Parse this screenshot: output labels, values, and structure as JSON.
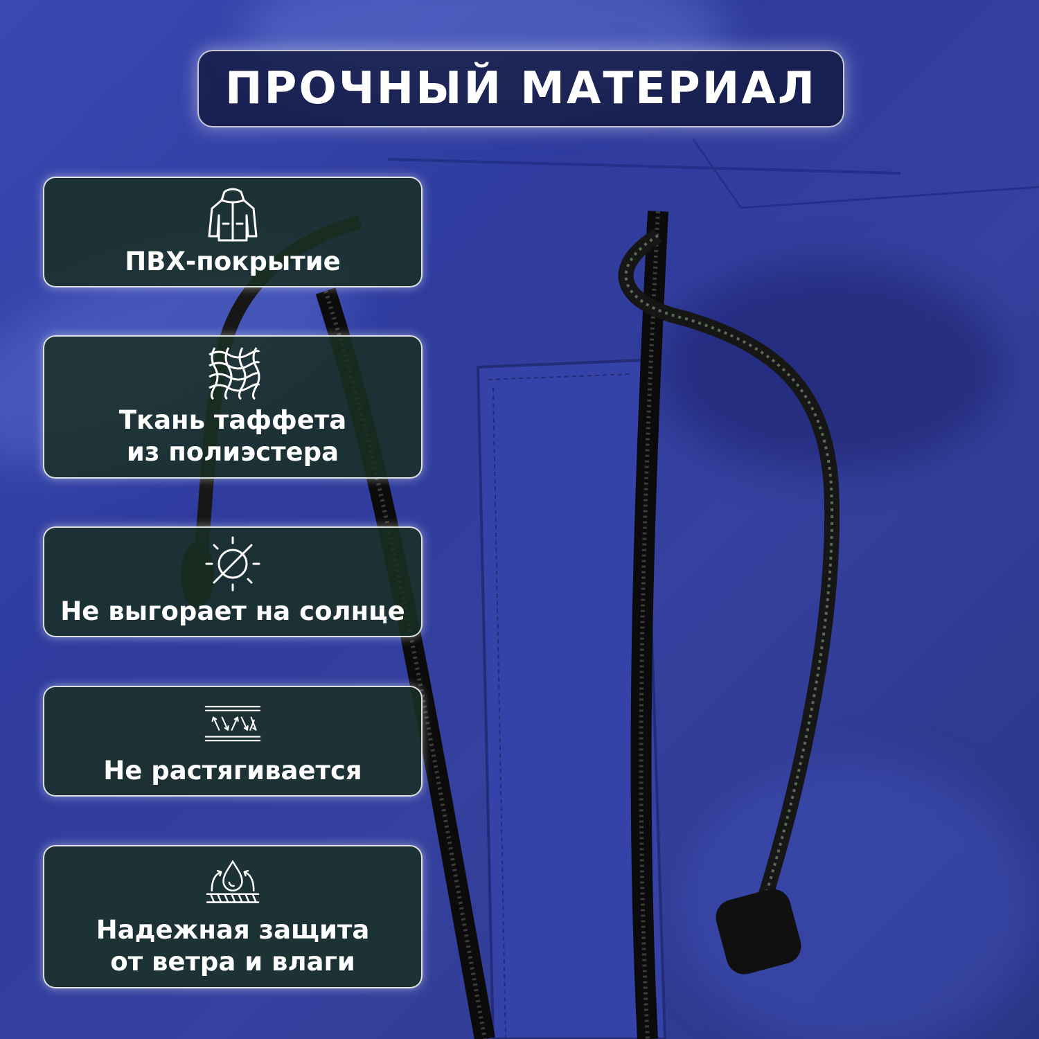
{
  "header": {
    "title": "ПРОЧНЫЙ МАТЕРИАЛ"
  },
  "features": [
    {
      "icon": "raincoat-icon",
      "lines": [
        "ПВХ-покрытие"
      ]
    },
    {
      "icon": "woven-fabric-icon",
      "lines": [
        "Ткань таффета",
        "из полиэстера"
      ]
    },
    {
      "icon": "crossed-sun-icon",
      "lines": [
        "Не выгорает на солнце"
      ]
    },
    {
      "icon": "no-stretch-icon",
      "lines": [
        "Не растягивается"
      ]
    },
    {
      "icon": "water-protection-icon",
      "lines": [
        "Надежная защита",
        "от ветра и влаги"
      ]
    }
  ],
  "colors": {
    "fabric": "#3a48b2",
    "card_background": "#1a3024",
    "card_border": "#ffffff",
    "text": "#ffffff"
  }
}
